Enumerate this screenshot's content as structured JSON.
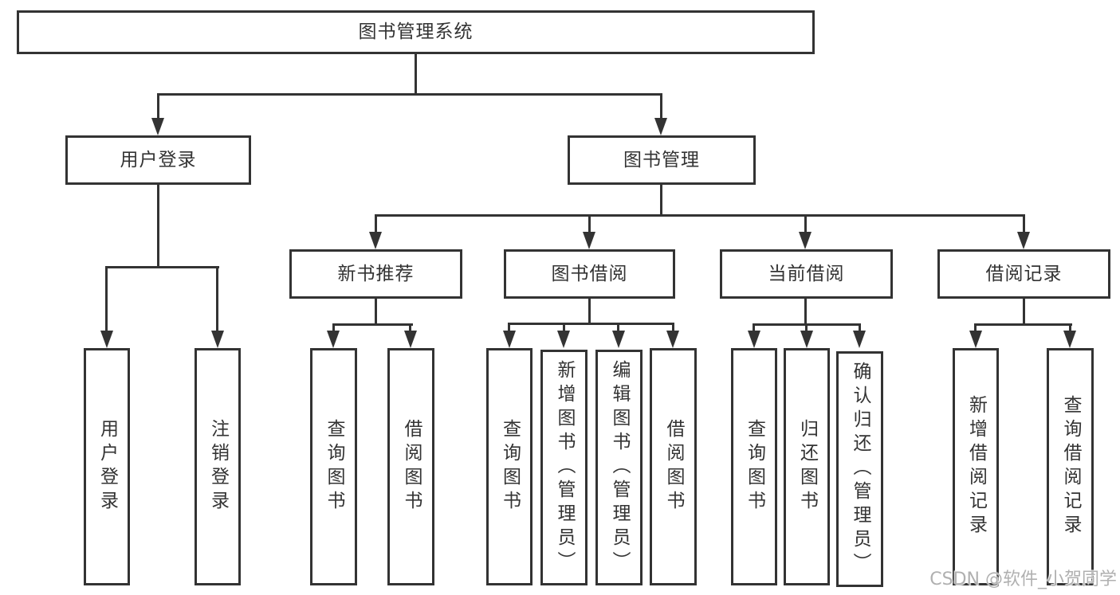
{
  "tree": {
    "root": "图书管理系统",
    "branches": [
      {
        "label": "用户登录",
        "children": [
          "用户登录",
          "注销登录"
        ]
      },
      {
        "label": "图书管理",
        "children": [
          {
            "label": "新书推荐",
            "children": [
              "查询图书",
              "借阅图书"
            ]
          },
          {
            "label": "图书借阅",
            "children": [
              "查询图书",
              "新增图书（管理员）",
              "编辑图书（管理员）",
              "借阅图书"
            ]
          },
          {
            "label": "当前借阅",
            "children": [
              "查询图书",
              "归还图书",
              "确认归还（管理员）"
            ]
          },
          {
            "label": "借阅记录",
            "children": [
              "新增借阅记录",
              "查询借阅记录"
            ]
          }
        ]
      }
    ]
  },
  "watermark": "CSDN @软件_小贺同学",
  "colors": {
    "line": "#333333",
    "text": "#333333",
    "watermark_text": "#b0b0b0",
    "background": "#ffffff"
  }
}
